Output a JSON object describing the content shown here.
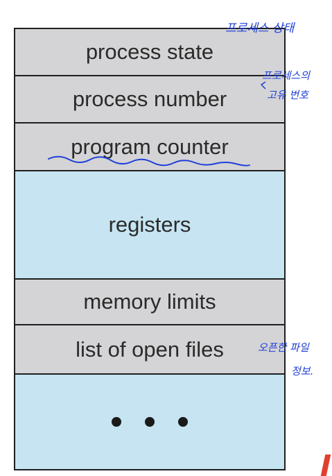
{
  "fields": [
    {
      "label": "process state"
    },
    {
      "label": "process number"
    },
    {
      "label": "program counter"
    },
    {
      "label": "registers"
    },
    {
      "label": "memory limits"
    },
    {
      "label": "list of open files"
    },
    {
      "label": "• • •"
    }
  ],
  "annotations": {
    "process_state_note": "프로세스 상태",
    "process_number_note_line1": "프로세스의",
    "process_number_note_line2": "고유 번호",
    "open_files_note_line1": "오픈한 파일",
    "open_files_note_line2": "정보."
  },
  "colors": {
    "gray_field": "#d4d4d6",
    "blue_field": "#c6e4f2",
    "border": "#1f1f1f",
    "ink": "#1f3fd8",
    "red_mark": "#e04030"
  }
}
